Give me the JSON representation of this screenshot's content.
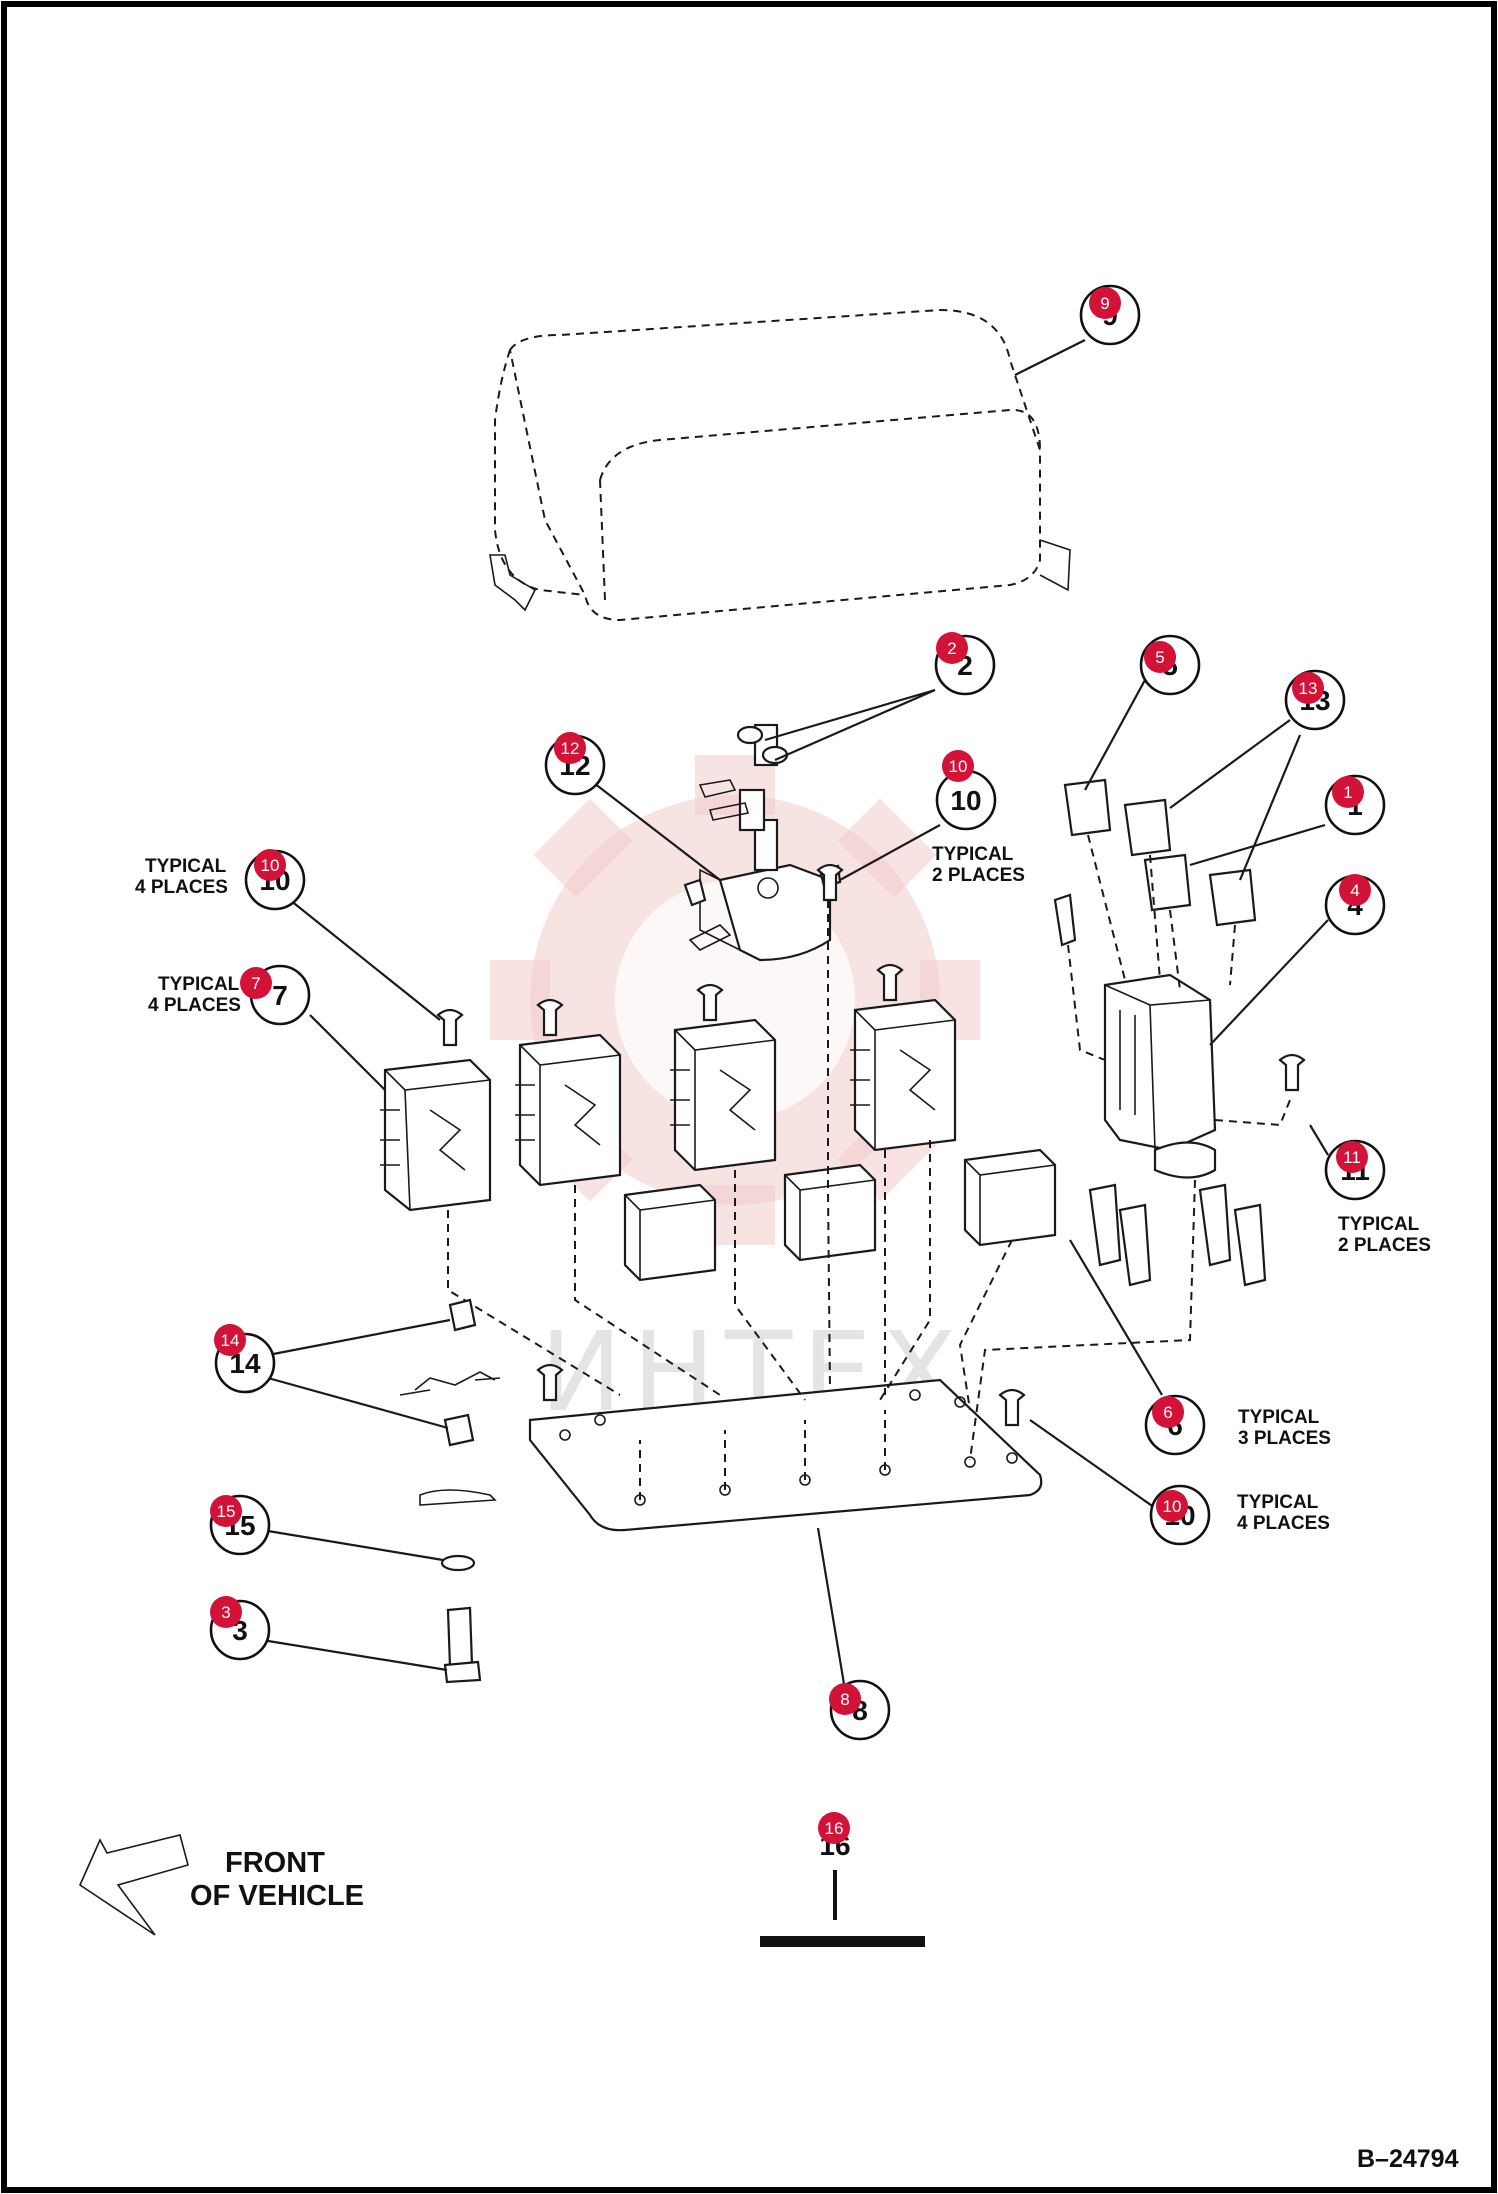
{
  "figure": {
    "id_label": "B–24794",
    "front_label_line1": "FRONT",
    "front_label_line2": "OF VEHICLE",
    "watermark": "ИНТЕХ",
    "colors": {
      "badge": "#d31237",
      "border": "#000000",
      "watermark_gear": "#f3cccc"
    }
  },
  "callouts": [
    {
      "id": "9",
      "label": "9",
      "badge": "9"
    },
    {
      "id": "2",
      "label": "2",
      "badge": "2"
    },
    {
      "id": "12",
      "label": "12",
      "badge": "12"
    },
    {
      "id": "10a",
      "label": "10",
      "badge": "10"
    },
    {
      "id": "5",
      "label": "5",
      "badge": "5"
    },
    {
      "id": "13",
      "label": "13",
      "badge": "13"
    },
    {
      "id": "1",
      "label": "1",
      "badge": "1"
    },
    {
      "id": "4",
      "label": "4",
      "badge": "4"
    },
    {
      "id": "10b",
      "label": "10",
      "badge": "10"
    },
    {
      "id": "7",
      "label": "7",
      "badge": "7"
    },
    {
      "id": "11",
      "label": "11",
      "badge": "11"
    },
    {
      "id": "14",
      "label": "14",
      "badge": "14"
    },
    {
      "id": "6",
      "label": "6",
      "badge": "6"
    },
    {
      "id": "10c",
      "label": "10",
      "badge": "10"
    },
    {
      "id": "15",
      "label": "15",
      "badge": "15"
    },
    {
      "id": "3",
      "label": "3",
      "badge": "3"
    },
    {
      "id": "8",
      "label": "8",
      "badge": "8"
    },
    {
      "id": "16",
      "label": "16",
      "badge": "16"
    }
  ],
  "notes": {
    "typ_4_places_left_1": "TYPICAL",
    "typ_4_places_left_2": "4 PLACES",
    "typ_4_places_left_b1": "TYPICAL",
    "typ_4_places_left_b2": "4 PLACES",
    "typ_2_places_center_1": "TYPICAL",
    "typ_2_places_center_2": "2 PLACES",
    "typ_2_places_right_1": "TYPICAL",
    "typ_2_places_right_2": "2 PLACES",
    "typ_3_places_1": "TYPICAL",
    "typ_3_places_2": "3  PLACES",
    "typ_4_places_right_1": "TYPICAL",
    "typ_4_places_right_2": "4 PLACES"
  }
}
